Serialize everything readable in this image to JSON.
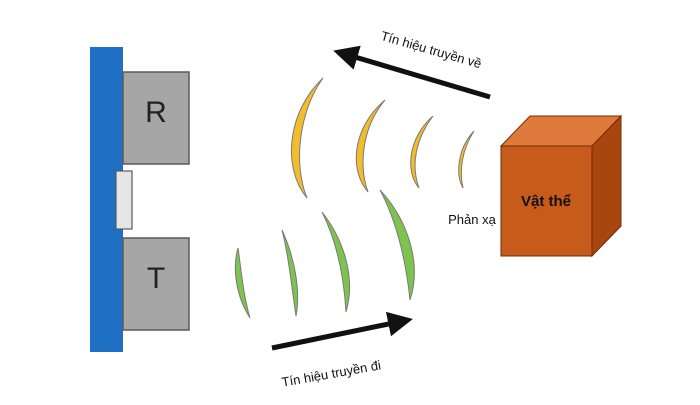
{
  "receiver": {
    "label": "R"
  },
  "transmitter": {
    "label": "T"
  },
  "object": {
    "label": "Vật thể"
  },
  "captions": {
    "return_signal": "Tín hiệu truyền về",
    "sent_signal": "Tín hiệu truyền đi",
    "reflection": "Phản xạ"
  },
  "colors": {
    "board": "#1f6fc4",
    "module_fill": "#a6a6a6",
    "module_border": "#5a5a5a",
    "connector_fill": "#e6e6e6",
    "reflected_wave": "#f2bd2c",
    "sent_wave": "#7cc44e",
    "wave_stroke": "#7a7a7a",
    "object_front": "#c75b1c",
    "object_top": "#e07a3c",
    "object_side": "#a8460f",
    "arrow": "#111111"
  }
}
